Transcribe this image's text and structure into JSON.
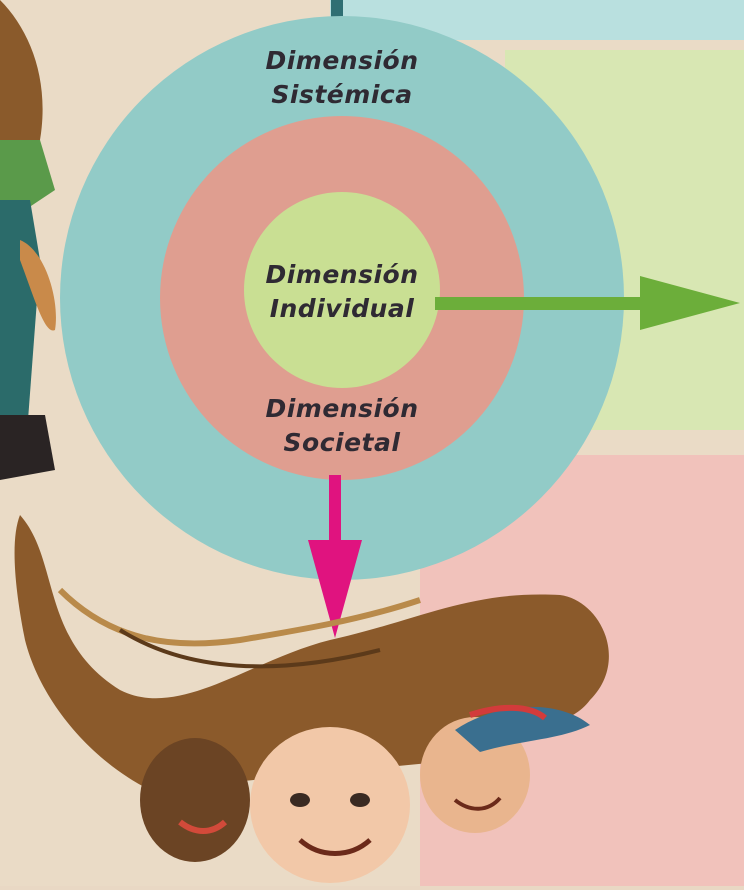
{
  "diagram": {
    "outer_ring": {
      "line1": "Dimensión",
      "line2": "Sistémica",
      "color": "#92cbc7"
    },
    "middle_ring": {
      "line1": "Dimensión",
      "line2": "Societal",
      "color": "#df9e90"
    },
    "inner_circle": {
      "line1": "Dimensión",
      "line2": "Individual",
      "color": "#c9df93"
    },
    "arrow_right_color": "#6cae3a",
    "arrow_down_color": "#e0137f"
  }
}
